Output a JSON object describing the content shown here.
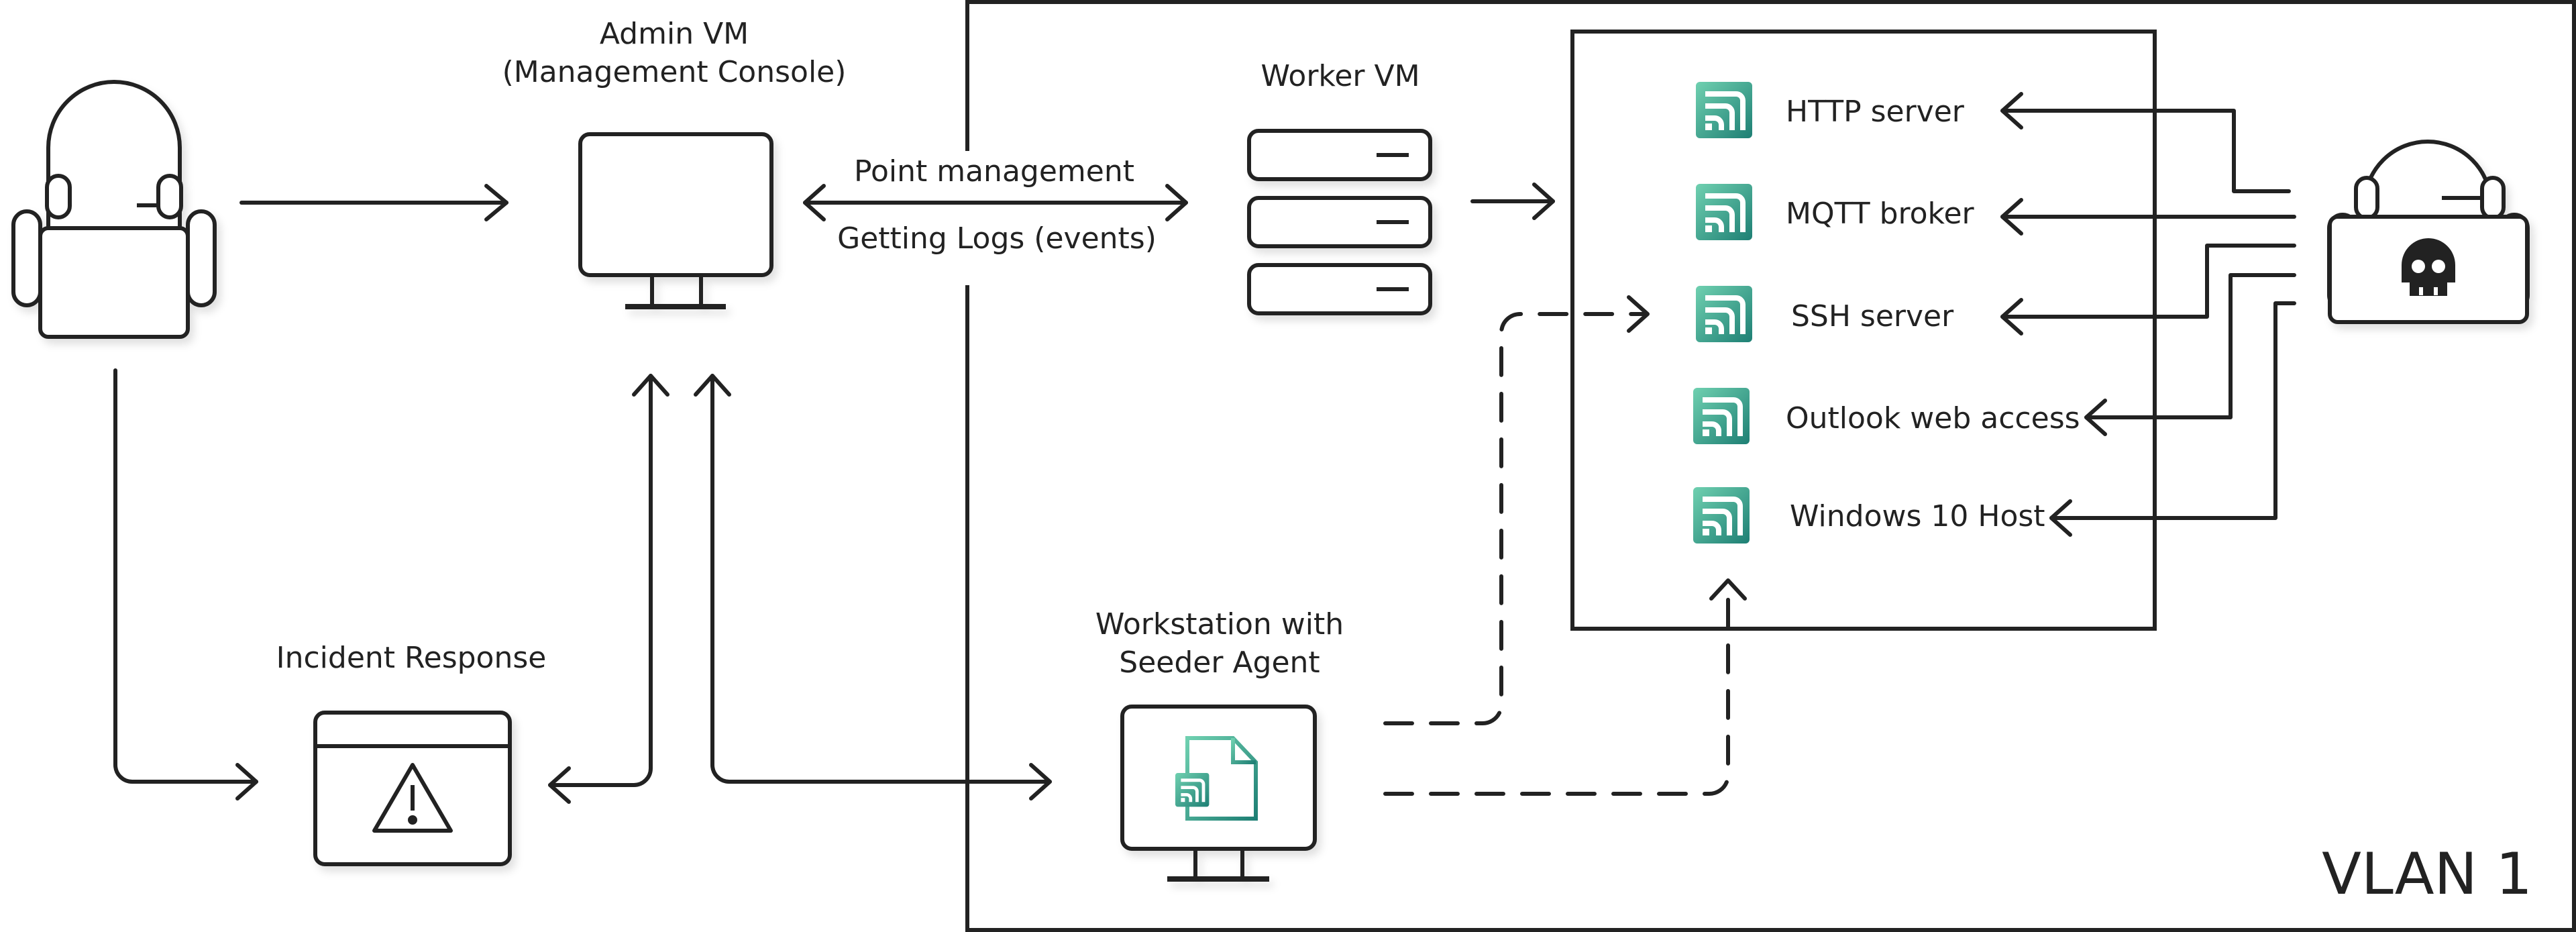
{
  "labels": {
    "admin_vm_line1": "Admin VM",
    "admin_vm_line2": "(Management Console)",
    "worker_vm": "Worker VM",
    "point_management": "Point management",
    "getting_logs": "Getting Logs (events)",
    "incident_response": "Incident Response",
    "workstation_line1": "Workstation with",
    "workstation_line2": "Seeder Agent",
    "vlan": "VLAN 1"
  },
  "services": [
    {
      "label": "HTTP server"
    },
    {
      "label": "MQTT broker"
    },
    {
      "label": "SSH server"
    },
    {
      "label": "Outlook web access"
    },
    {
      "label": "Windows 10 Host"
    }
  ],
  "icons": {
    "admin_user": "admin-user-icon",
    "attacker": "attacker-skull-icon",
    "admin_console": "monitor-icon",
    "worker_vm": "server-stack-icon",
    "incident": "warning-window-icon",
    "workstation": "monitor-with-seeder-icon",
    "service": "honeypot-signal-icon"
  },
  "colors": {
    "stroke": "#222222",
    "accent_light": "#5fc3a5",
    "accent_dark": "#1e7f74"
  }
}
